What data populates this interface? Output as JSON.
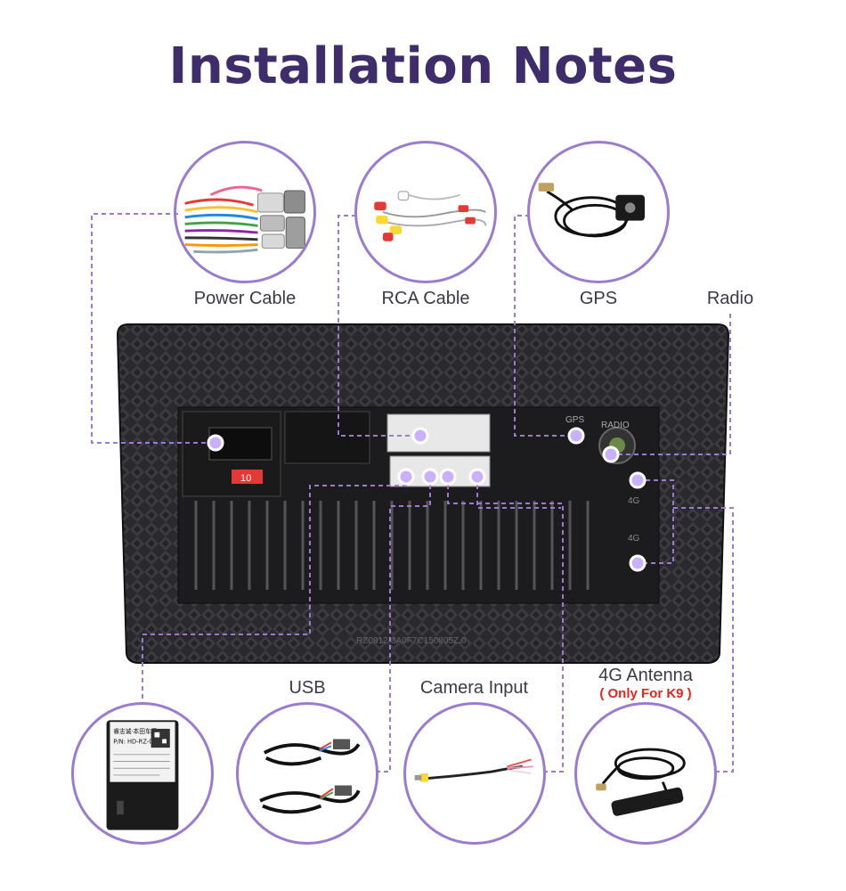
{
  "page": {
    "title": "Installation Notes"
  },
  "colors": {
    "title": "#3f2d6b",
    "accent": "#9b7bd0",
    "note": "#e0261d",
    "unit": "#2a2a2e"
  },
  "items": {
    "power_cable": {
      "label": "Power Cable",
      "icon": "wire-harness"
    },
    "rca_cable": {
      "label": "RCA Cable",
      "icon": "rca-connectors"
    },
    "gps": {
      "label": "GPS",
      "icon": "gps-antenna"
    },
    "radio": {
      "label": "Radio"
    },
    "usb": {
      "label": "USB",
      "icon": "usb-cables"
    },
    "camera_input": {
      "label": "Camera Input",
      "icon": "camera-cable"
    },
    "antenna_4g": {
      "label": "4G Antenna",
      "note": "( Only For K9 )",
      "icon": "4g-antenna"
    },
    "canbus_box": {
      "icon": "canbus-decoder-box",
      "lines": [
        "睿志诚·本田车系",
        "P/N: HD-RZ-06"
      ]
    }
  },
  "unit": {
    "port_labels": {
      "gps": "GPS",
      "radio": "RADIO",
      "fuse": "10",
      "ant1": "4G",
      "ant2": "4G"
    },
    "serial": "RZ0812-3A0F7C150805Z.0"
  }
}
